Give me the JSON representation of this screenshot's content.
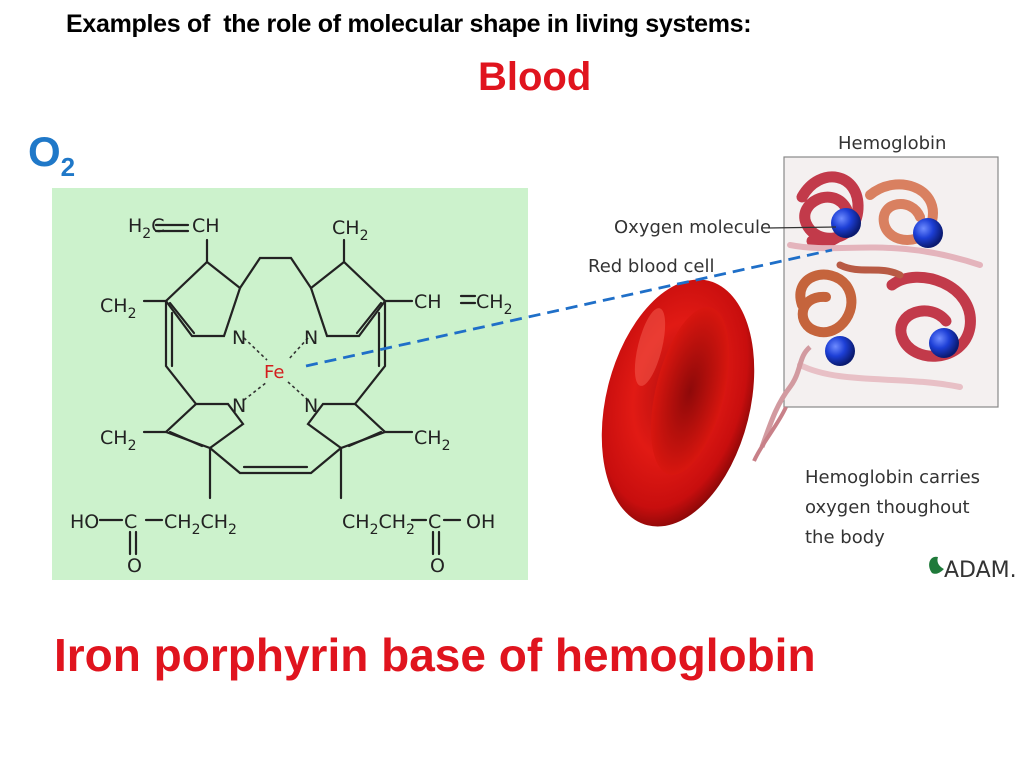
{
  "slide": {
    "title": "Examples of  the role of molecular shape in living systems:",
    "subtitle": "Blood",
    "o2_label": "O",
    "o2_subscript": "2",
    "caption": "Iron porphyrin base of hemoglobin"
  },
  "structure": {
    "labels": {
      "top_left_a": "H",
      "top_left_a_sub": "2",
      "top_left_b": "C",
      "top_left_c": "CH",
      "top_right": "CH",
      "top_right_sub": "2",
      "left_upper": "CH",
      "left_upper_sub": "2",
      "right_upper_a": "CH",
      "right_upper_b": "CH",
      "right_upper_sub": "2",
      "left_lower": "CH",
      "left_lower_sub": "2",
      "right_lower": "CH",
      "right_lower_sub": "2",
      "n": "N",
      "fe": "Fe",
      "ho": "HO",
      "c": "C",
      "ch": "CH",
      "sub2": "2",
      "oh": "OH",
      "o": "O"
    }
  },
  "figure": {
    "hemoglobin_title": "Hemoglobin",
    "oxygen_molecule": "Oxygen molecule",
    "red_blood_cell": "Red blood cell",
    "carries_line1": "Hemoglobin carries",
    "carries_line2": "oxygen thoughout",
    "carries_line3": "the body",
    "credit": "ADAM."
  },
  "colors": {
    "title": "#000000",
    "accent_red": "#e0141e",
    "o2_blue": "#1f78c8",
    "panel_green": "#ccf2cc",
    "dashed_link": "#1f6fc8",
    "oxygen_blue": "#1d3fd6"
  }
}
